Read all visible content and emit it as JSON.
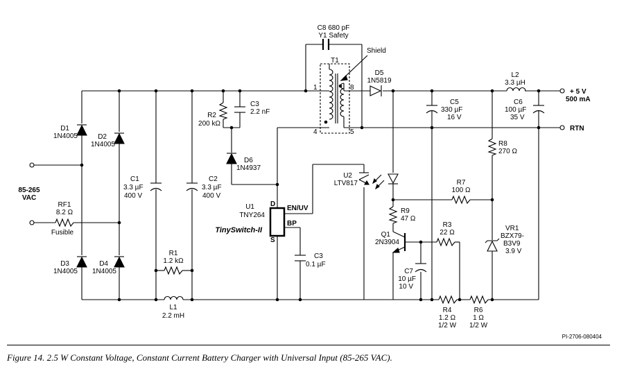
{
  "labels": {
    "c8": "C8 680 pF",
    "c8_rating": "Y1 Safety",
    "t1": "T1",
    "shield": "Shield",
    "pin1": "1",
    "pin8": "8",
    "pin4": "4",
    "pin5": "5",
    "d5": "D5",
    "d5_part": "1N5819",
    "l2": "L2",
    "l2_value": "3.3 µH",
    "out_pos": "+ 5 V",
    "out_current": "500 mA",
    "out_rtn": "RTN",
    "c5": "C5",
    "c5_value": "330 µF",
    "c5_voltage": "16 V",
    "c6": "C6",
    "c6_value": "100 µF",
    "c6_voltage": "35 V",
    "r8": "R8",
    "r8_value": "270 Ω",
    "r2": "R2",
    "r2_value": "200 kΩ",
    "c3_top": "C3",
    "c3_top_value": "2.2 nF",
    "d6": "D6",
    "d6_part": "1N4937",
    "d1": "D1",
    "d1_part": "1N4005",
    "d2": "D2",
    "d2_part": "1N4005",
    "d3": "D3",
    "d3_part": "1N4005",
    "d4": "D4",
    "d4_part": "1N4005",
    "input": "85-265",
    "input_unit": "VAC",
    "rf1": "RF1",
    "rf1_value": "8.2 Ω",
    "rf1_type": "Fusible",
    "c1": "C1",
    "c1_value": "3.3 µF",
    "c1_voltage": "400 V",
    "c2": "C2",
    "c2_value": "3.3 µF",
    "c2_voltage": "400 V",
    "r1": "R1",
    "r1_value": "1.2 kΩ",
    "l1": "L1",
    "l1_value": "2.2 mH",
    "u1": "U1",
    "u1_part": "TNY264",
    "u1_family": "TinySwitch-II",
    "pin_d": "D",
    "pin_s": "S",
    "pin_enuv": "EN/UV",
    "pin_bp": "BP",
    "c3_bp": "C3",
    "c3_bp_value": "0.1 µF",
    "u2": "U2",
    "u2_part": "LTV817",
    "r7": "R7",
    "r7_value": "100 Ω",
    "r9": "R9",
    "r9_value": "47 Ω",
    "q1": "Q1",
    "q1_part": "2N3904",
    "r3": "R3",
    "r3_value": "22 Ω",
    "vr1": "VR1",
    "vr1_part": "BZX79-",
    "vr1_part2": "B3V9",
    "vr1_value": "3.9 V",
    "c7": "C7",
    "c7_value": "10 µF",
    "c7_voltage": "10 V",
    "r4": "R4",
    "r4_value": "1.2 Ω",
    "r4_power": "1/2 W",
    "r6": "R6",
    "r6_value": "1 Ω",
    "r6_power": "1/2 W",
    "doc_id": "PI-2706-080404"
  },
  "caption": "Figure 14.  2.5 W Constant Voltage, Constant Current Battery Charger with Universal Input (85-265 VAC)."
}
